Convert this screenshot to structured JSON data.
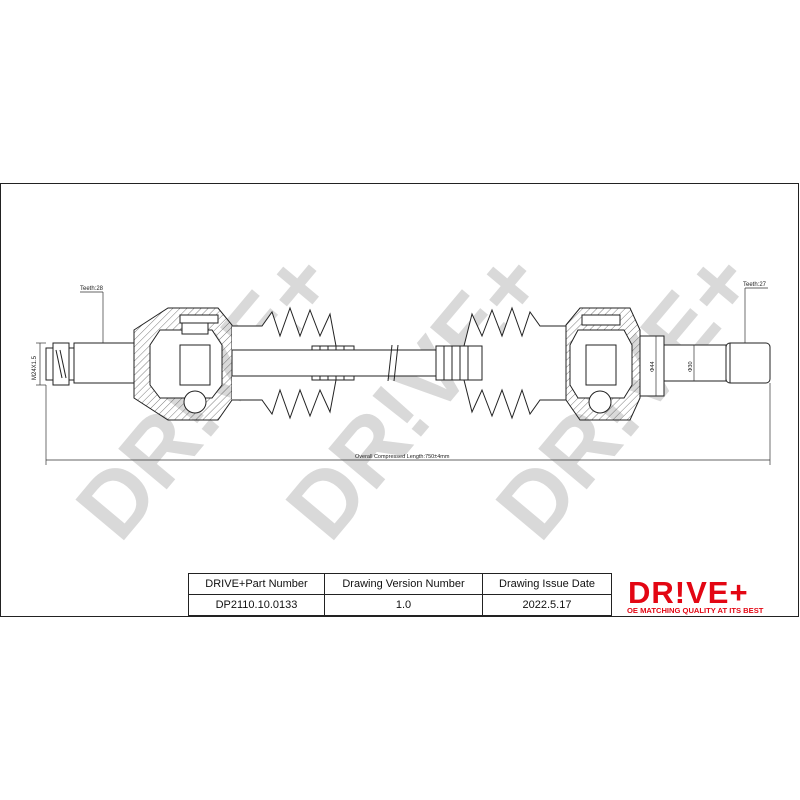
{
  "drawing": {
    "teeth_left": "Teeth:28",
    "teeth_right": "Teeth:27",
    "thread": "M24X1.5",
    "overall_length": "Overall  Compressed  Length:750±4mm",
    "dia_44": "Φ44",
    "dia_30": "Φ30",
    "watermark": "DR!VE+"
  },
  "title_block": {
    "headers": [
      "DRIVE+Part Number",
      "Drawing Version Number",
      "Drawing Issue Date"
    ],
    "values": [
      "DP2110.10.0133",
      "1.0",
      "2022.5.17"
    ]
  },
  "logo": {
    "word": "DR!VE+",
    "tagline": "OE MATCHING QUALITY AT ITS BEST"
  },
  "colors": {
    "brand_red": "#e30613",
    "line": "#222222",
    "watermark_gray": "#d4d4d4"
  }
}
